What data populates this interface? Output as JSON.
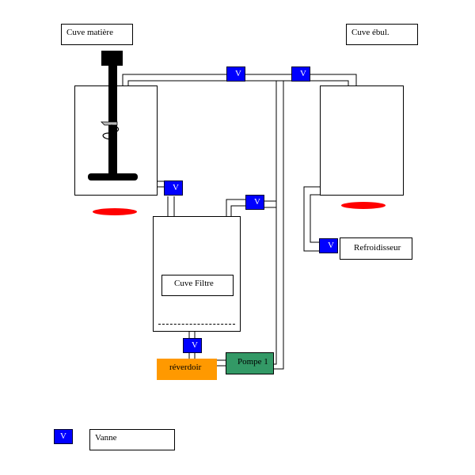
{
  "labels": {
    "cuve_matiere": "Cuve matière",
    "cuve_ebul": "Cuve ébul.",
    "cuve_filtre": "Cuve Filtre",
    "refroidisseur": "Refroidisseur",
    "reverdoir": "réverdoir",
    "pompe": "Pompe 1"
  },
  "valves": {
    "label": "V"
  },
  "legend": {
    "symbol": "V",
    "text": "Vanne"
  },
  "colors": {
    "valve": "#0000ff",
    "heater": "#ff0000",
    "reverdoir": "#ff9900",
    "pompe": "#339966",
    "stirrer": "#000000"
  }
}
